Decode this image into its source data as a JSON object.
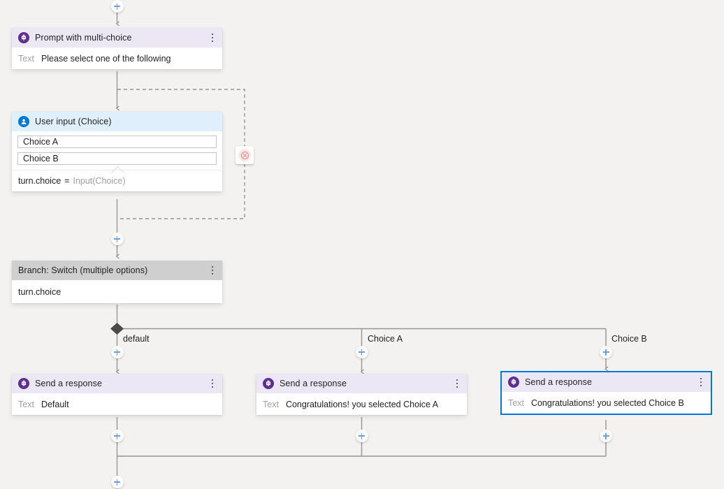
{
  "canvas": {
    "background": "#f3f2f1",
    "accent_selected": "#0078d4",
    "bot_header_color": "#ebe7f5",
    "user_header_color": "#dfeffc",
    "switch_header_color": "#cfcfcf",
    "bot_icon_color": "#5c2e91",
    "user_icon_color": "#0078d4",
    "plus_icon_color": "#6a9ee8",
    "wire_color": "#979593",
    "error_badge_color": "#fde7e4"
  },
  "nodes": {
    "prompt": {
      "icon": "bot-message-icon",
      "title": "Prompt with multi-choice",
      "field_label": "Text",
      "value": "Please select one of the following",
      "menu": "more-options-icon"
    },
    "user_input": {
      "icon": "user-person-icon",
      "title": "User input (Choice)",
      "choices": [
        "Choice A",
        "Choice B"
      ],
      "assign_key": "turn.choice",
      "assign_op": "=",
      "assign_value": "Input(Choice)"
    },
    "switch": {
      "title": "Branch: Switch (multiple options)",
      "value": "turn.choice",
      "menu": "more-options-icon"
    },
    "response_default": {
      "icon": "bot-message-icon",
      "title": "Send a response",
      "field_label": "Text",
      "value": "Default",
      "menu": "more-options-icon",
      "selected": false
    },
    "response_choice_a": {
      "icon": "bot-message-icon",
      "title": "Send a response",
      "field_label": "Text",
      "value": "Congratulations! you selected Choice A",
      "menu": "more-options-icon",
      "selected": false
    },
    "response_choice_b": {
      "icon": "bot-message-icon",
      "title": "Send a response",
      "field_label": "Text",
      "value": "Congratulations! you selected Choice B",
      "menu": "more-options-icon",
      "selected": true
    }
  },
  "branch_labels": {
    "default": "default",
    "choice_a": "Choice A",
    "choice_b": "Choice B"
  },
  "badges": {
    "loop_error": {
      "icon": "error-circle-icon",
      "tooltip": ""
    }
  },
  "add_buttons": {
    "label": "+",
    "count": 8
  }
}
